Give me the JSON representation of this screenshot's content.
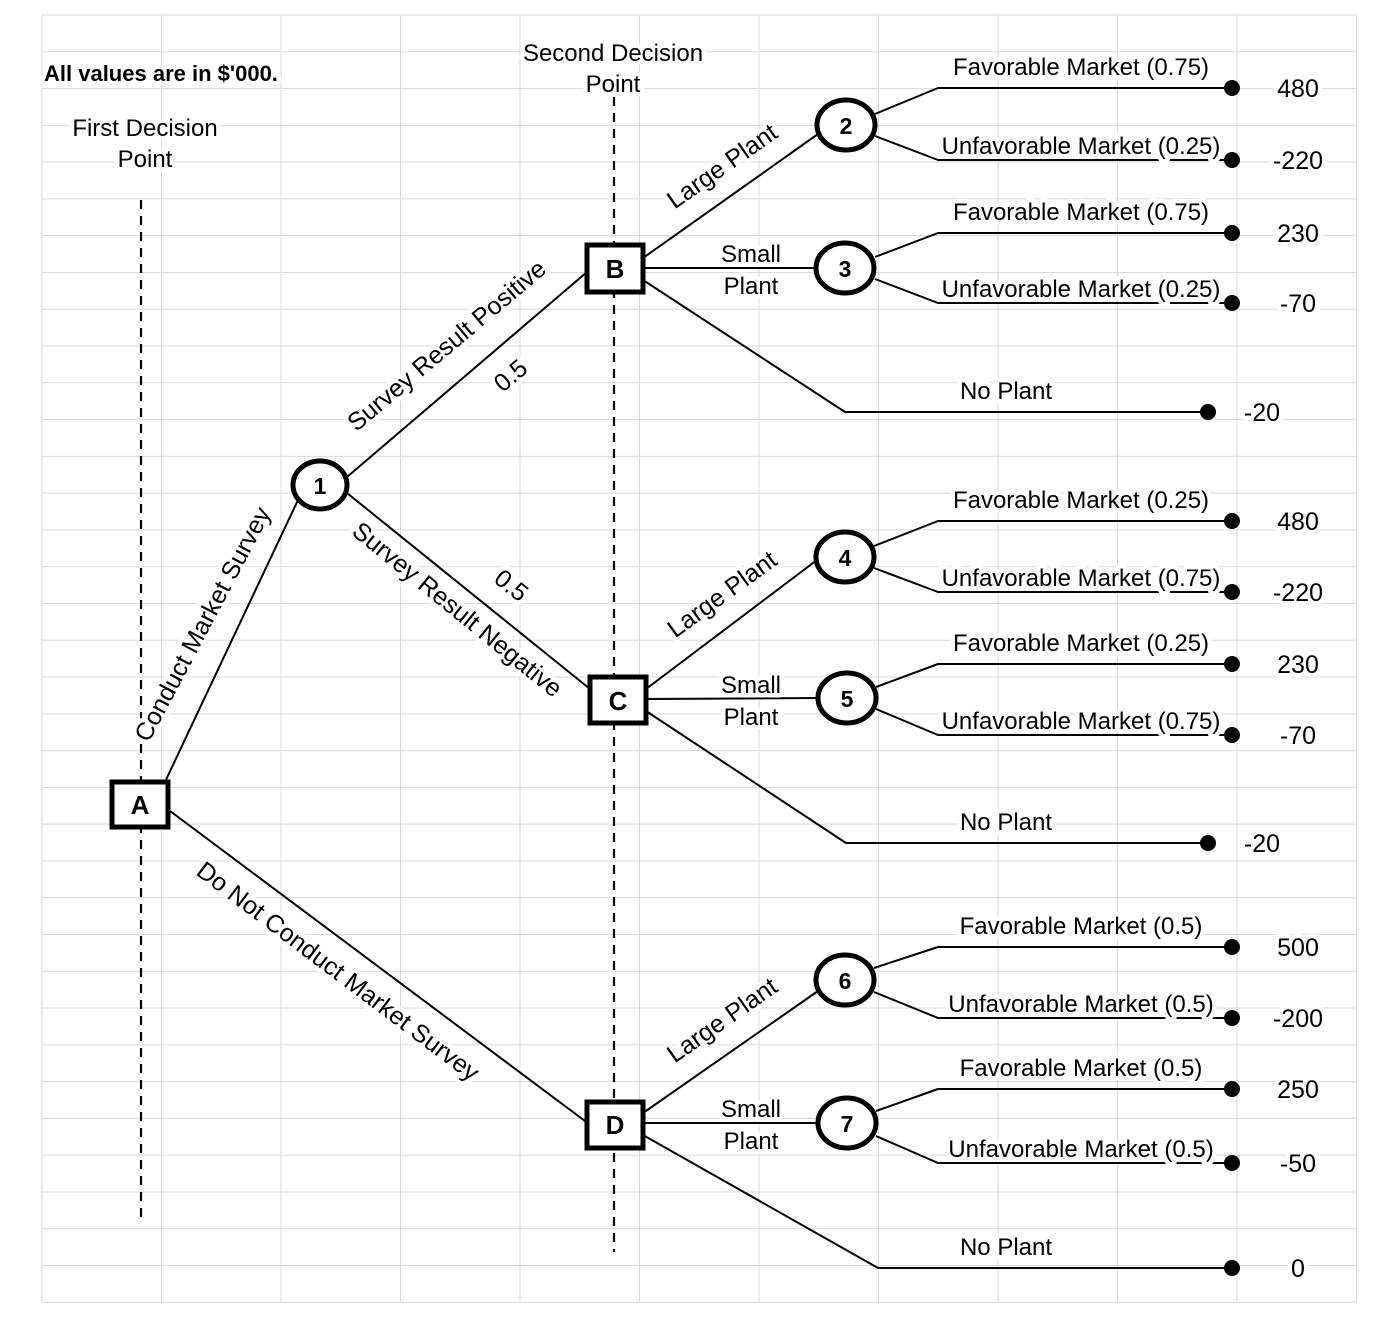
{
  "note": "All values are in $'000.",
  "headers": {
    "first": {
      "line1": "First Decision",
      "line2": "Point"
    },
    "second": {
      "line1": "Second Decision",
      "line2": "Point"
    }
  },
  "node_labels": {
    "a": "A",
    "b": "B",
    "c": "C",
    "d": "D",
    "n1": "1",
    "n2": "2",
    "n3": "3",
    "n4": "4",
    "n5": "5",
    "n6": "6",
    "n7": "7"
  },
  "branches": {
    "conduct": "Conduct Market Survey",
    "do_not_conduct": "Do Not Conduct Market Survey",
    "survey_positive": "Survey Result Positive",
    "survey_negative": "Survey Result Negative",
    "prob_positive": "0.5",
    "prob_negative": "0.5",
    "large_plant": "Large Plant",
    "small_plant_line1": "Small",
    "small_plant_line2": "Plant"
  },
  "terminals": [
    {
      "label": "Favorable Market (0.75)",
      "value": "480"
    },
    {
      "label": "Unfavorable Market (0.25)",
      "value": "-220"
    },
    {
      "label": "Favorable Market (0.75)",
      "value": "230"
    },
    {
      "label": "Unfavorable Market (0.25)",
      "value": "-70"
    },
    {
      "label": "No Plant",
      "value": "-20"
    },
    {
      "label": "Favorable Market (0.25)",
      "value": "480"
    },
    {
      "label": "Unfavorable Market (0.75)",
      "value": "-220"
    },
    {
      "label": "Favorable Market (0.25)",
      "value": "230"
    },
    {
      "label": "Unfavorable Market (0.75)",
      "value": "-70"
    },
    {
      "label": "No Plant",
      "value": "-20"
    },
    {
      "label": "Favorable Market (0.5)",
      "value": "500"
    },
    {
      "label": "Unfavorable Market (0.5)",
      "value": "-200"
    },
    {
      "label": "Favorable Market (0.5)",
      "value": "250"
    },
    {
      "label": "Unfavorable Market (0.5)",
      "value": "-50"
    },
    {
      "label": "No Plant",
      "value": "0"
    }
  ]
}
